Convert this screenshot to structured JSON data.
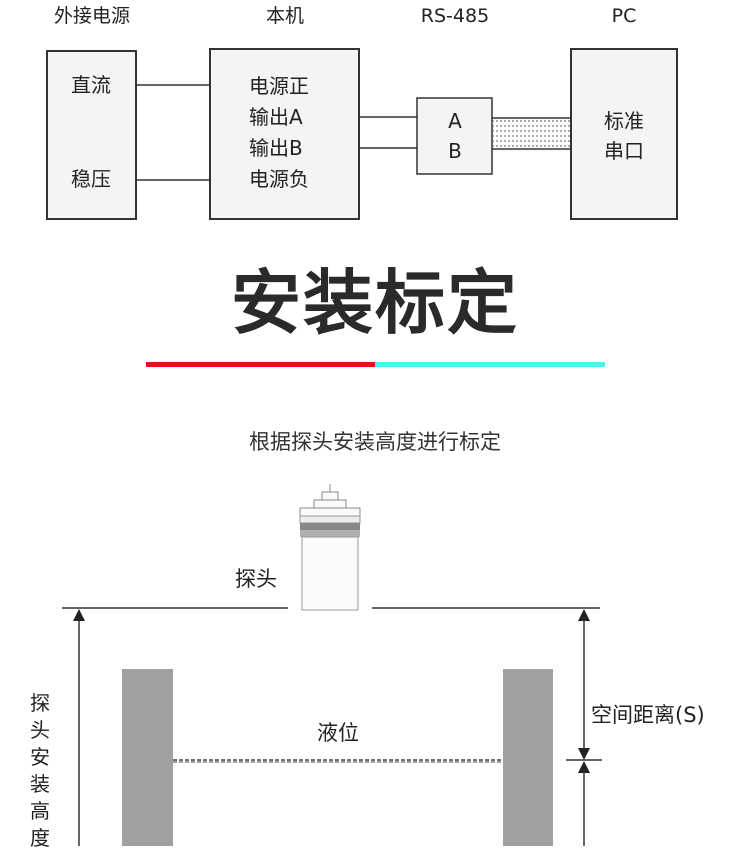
{
  "wiring": {
    "headers": {
      "power": "外接电源",
      "device": "本机",
      "rs485": "RS-485",
      "pc": "PC"
    },
    "power_box": {
      "top": "直流",
      "bottom": "稳压"
    },
    "device_box": {
      "lines": [
        "电源正",
        "输出A",
        "输出B",
        "电源负"
      ]
    },
    "rs485_box": {
      "lines": [
        "A",
        "B"
      ]
    },
    "pc_box": {
      "lines": [
        "标准",
        "串口"
      ]
    }
  },
  "section": {
    "title": "安装标定"
  },
  "calibration": {
    "caption": "根据探头安装高度进行标定",
    "probe_label": "探头",
    "level_label": "液位",
    "space_label": "空间距离(S)",
    "height_label": "探头安装高度"
  },
  "colors": {
    "accent_red": "#e8101a",
    "accent_cyan": "#4ff0ee",
    "wall_gray": "#a0a0a0",
    "box_fill": "#f4f4f4",
    "line": "#333333"
  }
}
